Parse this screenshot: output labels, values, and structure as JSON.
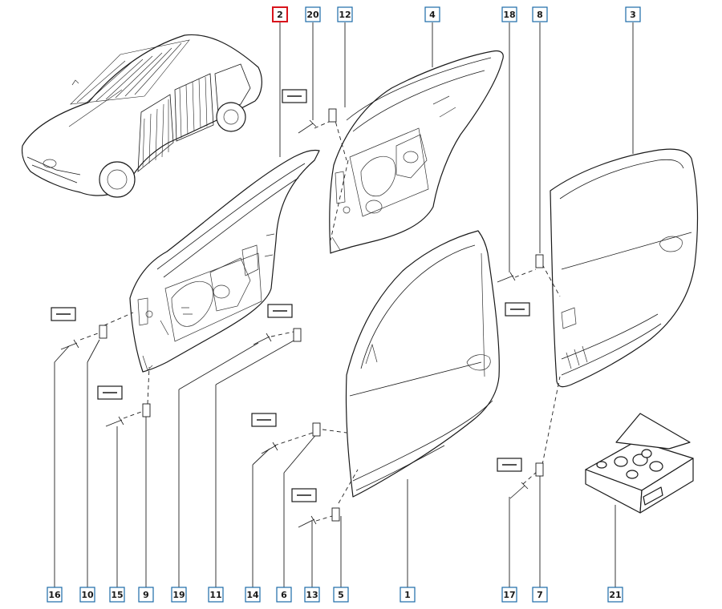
{
  "callouts": [
    {
      "id": "c2",
      "label": "2",
      "selected": true
    },
    {
      "id": "c20",
      "label": "20"
    },
    {
      "id": "c12",
      "label": "12"
    },
    {
      "id": "c4",
      "label": "4"
    },
    {
      "id": "c18",
      "label": "18"
    },
    {
      "id": "c8",
      "label": "8"
    },
    {
      "id": "c3",
      "label": "3"
    },
    {
      "id": "c16",
      "label": "16"
    },
    {
      "id": "c10",
      "label": "10"
    },
    {
      "id": "c15",
      "label": "15"
    },
    {
      "id": "c9",
      "label": "9"
    },
    {
      "id": "c19",
      "label": "19"
    },
    {
      "id": "c11",
      "label": "11"
    },
    {
      "id": "c14",
      "label": "14"
    },
    {
      "id": "c6",
      "label": "6"
    },
    {
      "id": "c13",
      "label": "13"
    },
    {
      "id": "c5",
      "label": "5"
    },
    {
      "id": "c1",
      "label": "1"
    },
    {
      "id": "c17",
      "label": "17"
    },
    {
      "id": "c7",
      "label": "7"
    },
    {
      "id": "c21",
      "label": "21"
    }
  ],
  "colors": {
    "callout_border": "#1b6aa8",
    "selected_border": "#d8141c",
    "line": "#1a1a1a"
  },
  "icons": {
    "tag": "zoom-tag-icon",
    "clip": "clip-icon",
    "bolt": "bolt-icon",
    "kit": "parts-kit-box-icon"
  }
}
